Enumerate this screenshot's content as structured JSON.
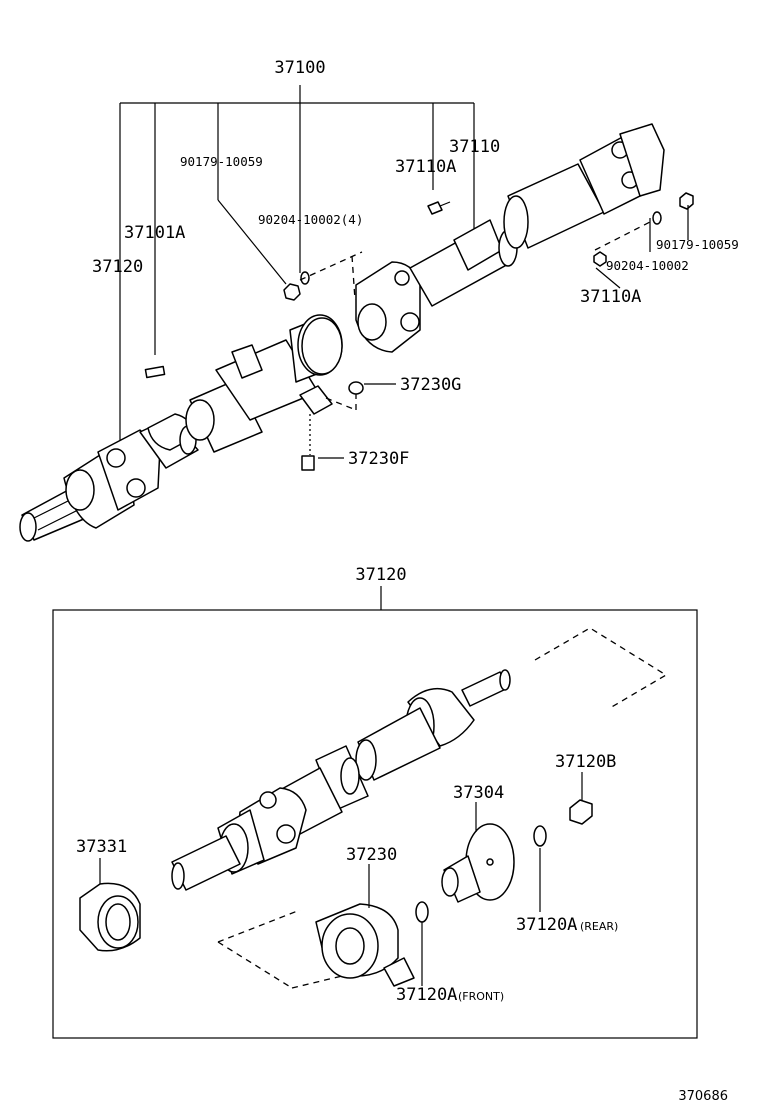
{
  "labels": {
    "assembly_37100": "37100",
    "shaft_37110": "37110",
    "bolt_37110A_top": "37110A",
    "bolt_37110A_right": "37110A",
    "key_37101A": "37101A",
    "shaft_37120": "37120",
    "nut_90179_left": "90179-10059",
    "washer_90204_left": "90204-10002(4)",
    "nut_90179_right": "90179-10059",
    "washer_90204_right": "90204-10002",
    "cushion_37230G": "37230G",
    "bolt_37230F": "37230F",
    "detail_37120": "37120",
    "yoke_37120B": "37120B",
    "flange_37304": "37304",
    "ring_37331": "37331",
    "bearing_37230": "37230",
    "washer_37120A_rear": "37120A",
    "rear_note": "(REAR)",
    "washer_37120A_front": "37120A",
    "front_note": "(FRONT)",
    "figure_number": "370686"
  }
}
